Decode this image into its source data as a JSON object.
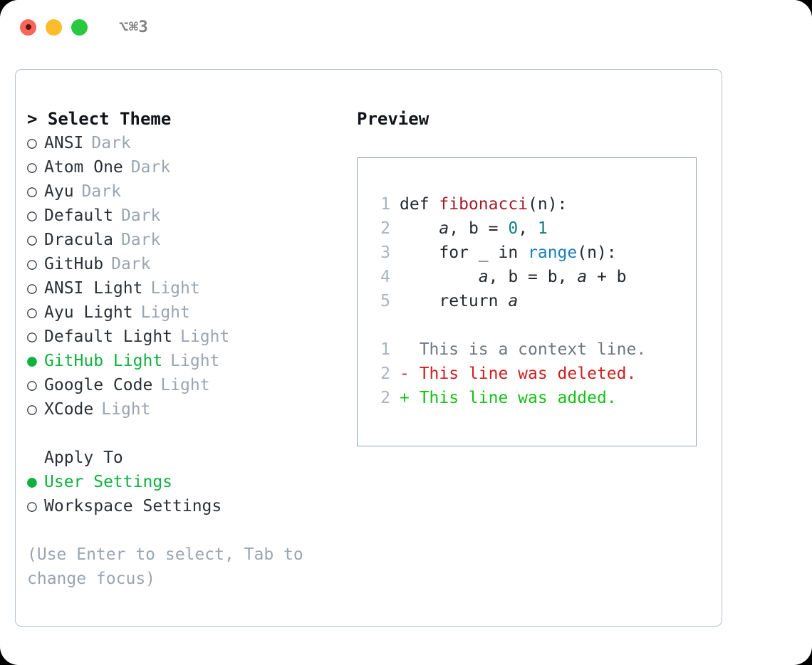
{
  "titlebar": {
    "shortcut": "⌥⌘3",
    "lights": [
      {
        "name": "close",
        "color": "#f9655b"
      },
      {
        "name": "minimize",
        "color": "#fdbc2c"
      },
      {
        "name": "zoom",
        "color": "#28c840"
      }
    ]
  },
  "theme_panel": {
    "heading": "> Select Theme",
    "marker_selected": "●",
    "marker_unselected": "○",
    "themes": [
      {
        "label": "ANSI",
        "badge": "Dark",
        "selected": false
      },
      {
        "label": "Atom One",
        "badge": "Dark",
        "selected": false
      },
      {
        "label": "Ayu",
        "badge": "Dark",
        "selected": false
      },
      {
        "label": "Default",
        "badge": "Dark",
        "selected": false
      },
      {
        "label": "Dracula",
        "badge": "Dark",
        "selected": false
      },
      {
        "label": "GitHub",
        "badge": "Dark",
        "selected": false
      },
      {
        "label": "ANSI Light",
        "badge": "Light",
        "selected": false
      },
      {
        "label": "Ayu Light",
        "badge": "Light",
        "selected": false
      },
      {
        "label": "Default Light",
        "badge": "Light",
        "selected": false
      },
      {
        "label": "GitHub Light",
        "badge": "Light",
        "selected": true
      },
      {
        "label": "Google Code",
        "badge": "Light",
        "selected": false
      },
      {
        "label": "XCode",
        "badge": "Light",
        "selected": false
      }
    ],
    "apply_to": {
      "heading": "Apply To",
      "options": [
        {
          "label": "User Settings",
          "selected": true
        },
        {
          "label": "Workspace Settings",
          "selected": false
        }
      ]
    },
    "hint": "(Use Enter to select, Tab to change focus)"
  },
  "preview": {
    "heading": "Preview",
    "code_lines": [
      {
        "num": "1",
        "tokens": [
          {
            "text": "def ",
            "kind": "plain"
          },
          {
            "text": "fibonacci",
            "kind": "fn"
          },
          {
            "text": "(n):",
            "kind": "plain"
          }
        ]
      },
      {
        "num": "2",
        "tokens": [
          {
            "text": "    ",
            "kind": "plain"
          },
          {
            "text": "a",
            "kind": "var"
          },
          {
            "text": ", b = ",
            "kind": "plain"
          },
          {
            "text": "0",
            "kind": "num"
          },
          {
            "text": ", ",
            "kind": "plain"
          },
          {
            "text": "1",
            "kind": "num"
          }
        ]
      },
      {
        "num": "3",
        "tokens": [
          {
            "text": "    for _ in ",
            "kind": "plain"
          },
          {
            "text": "range",
            "kind": "call"
          },
          {
            "text": "(n):",
            "kind": "plain"
          }
        ]
      },
      {
        "num": "4",
        "tokens": [
          {
            "text": "        ",
            "kind": "plain"
          },
          {
            "text": "a",
            "kind": "var"
          },
          {
            "text": ", b = b, ",
            "kind": "plain"
          },
          {
            "text": "a",
            "kind": "var"
          },
          {
            "text": " + b",
            "kind": "plain"
          }
        ]
      },
      {
        "num": "5",
        "tokens": [
          {
            "text": "    return ",
            "kind": "plain"
          },
          {
            "text": "a",
            "kind": "var"
          }
        ]
      }
    ],
    "diff_lines": [
      {
        "num": "1",
        "sign": "  ",
        "text": "This is a context line.",
        "kind": "ctx"
      },
      {
        "num": "2",
        "sign": "- ",
        "text": "This line was deleted.",
        "kind": "del"
      },
      {
        "num": "2",
        "sign": "+ ",
        "text": "This line was added.",
        "kind": "add"
      }
    ]
  },
  "colors": {
    "accent_green": "#0fb13e",
    "muted": "#9aa5b1",
    "line_number": "#aab4be",
    "fn": "#a31c28",
    "num": "#117f7f",
    "call": "#1c7fc0",
    "diff_del": "#cc2020",
    "diff_add": "#16c216",
    "panel_border": "#b6bfc9",
    "preview_border": "#97a3b0"
  }
}
